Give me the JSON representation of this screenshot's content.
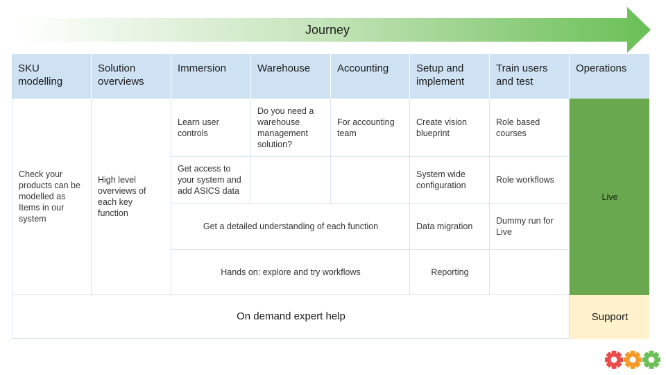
{
  "journey": {
    "title": "Journey"
  },
  "headers": [
    "SKU modelling",
    "Solution overviews",
    "Immersion",
    "Warehouse",
    "Accounting",
    "Setup and implement",
    "Train users and test",
    "Operations"
  ],
  "sku_text": "Check your products can be modelled as Items in our system",
  "overview_text": "High level overviews of each key function",
  "rows": {
    "r1": {
      "immersion": "Learn user controls",
      "warehouse": "Do you need a warehouse management solution?",
      "accounting": "For accounting team",
      "setup": "Create vision blueprint",
      "train": "Role based courses"
    },
    "r2": {
      "immersion": "Get access to your system and add ASICS data",
      "setup": "System wide configuration",
      "train": "Role workflows"
    },
    "r3": {
      "span": "Get a detailed understanding of each function",
      "setup": "Data migration",
      "train": "Dummy run for Live"
    },
    "r4": {
      "span": "Hands on: explore and try workflows",
      "setup": "Reporting"
    }
  },
  "live": "Live",
  "on_demand": "On demand expert help",
  "support": "Support",
  "colors": {
    "header_bg": "#cfe2f3",
    "live_bg": "#6aa84f",
    "support_bg": "#fff2cc",
    "arrow_green": "#6abf56",
    "gear_red": "#e94b4b",
    "gear_orange": "#f39a2b",
    "gear_green": "#6abf56"
  },
  "icons": [
    "gear-icon-red",
    "gear-icon-orange",
    "gear-icon-green"
  ]
}
